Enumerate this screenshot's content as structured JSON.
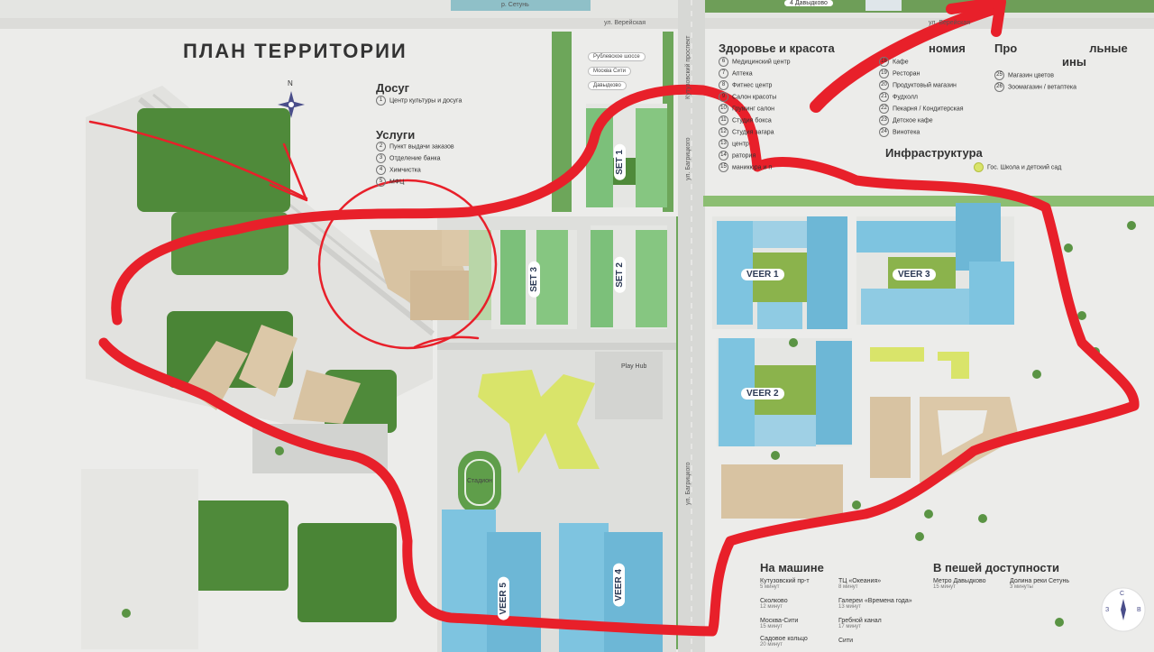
{
  "map": {
    "title": "ПЛАН ТЕРРИТОРИИ",
    "north_label": "N",
    "compass_labels": [
      "С",
      "З",
      "В"
    ],
    "roads": {
      "river": "р. Сетунь",
      "vereyskaya": "ул. Верейская",
      "kutuzovsky": "Кутузовский проспект",
      "bagritskogo": "ул. Багрицкого"
    },
    "top_badge": "4 Давыдково",
    "route_chips": [
      "Рублевское шоссе",
      "Москва Сити",
      "Давыдково"
    ],
    "buildings": {
      "set1": "SET 1",
      "set2": "SET 2",
      "set3": "SET 3",
      "veer1": "VEER 1",
      "veer2": "VEER 2",
      "veer3": "VEER 3",
      "veer4": "VEER 4",
      "veer5": "VEER 5"
    },
    "place_labels": {
      "stadium": "Стадион",
      "play_hub": "Play Hub"
    }
  },
  "legend": {
    "leisure": {
      "heading": "Досуг",
      "items": [
        {
          "n": "1",
          "label": "Центр культуры и досуга"
        }
      ]
    },
    "services": {
      "heading": "Услуги",
      "items": [
        {
          "n": "2",
          "label": "Пункт выдачи заказов"
        },
        {
          "n": "3",
          "label": "Отделение банка"
        },
        {
          "n": "4",
          "label": "Химчистка"
        },
        {
          "n": "5",
          "label": "МФЦ"
        }
      ]
    },
    "health": {
      "heading": "Здоровье и красота",
      "items": [
        {
          "n": "6",
          "label": "Медицинский центр"
        },
        {
          "n": "7",
          "label": "Аптека"
        },
        {
          "n": "8",
          "label": "Фитнес центр"
        },
        {
          "n": "9",
          "label": "Салон красоты"
        },
        {
          "n": "10",
          "label": "Груминг салон"
        },
        {
          "n": "11",
          "label": "Студия бокса"
        },
        {
          "n": "12",
          "label": "Студия загара"
        },
        {
          "n": "13",
          "label": "центр"
        },
        {
          "n": "14",
          "label": "ратория"
        },
        {
          "n": "15",
          "label": "маникюра и п"
        }
      ]
    },
    "gastro": {
      "heading": "номия",
      "items": [
        {
          "n": "18",
          "label": "Кафе"
        },
        {
          "n": "19",
          "label": "Ресторан"
        },
        {
          "n": "20",
          "label": "Продуктовый магазин"
        },
        {
          "n": "21",
          "label": "Фудхолл"
        },
        {
          "n": "22",
          "label": "Пекарня / Кондитерская"
        },
        {
          "n": "23",
          "label": "Детское кафе"
        },
        {
          "n": "24",
          "label": "Винотека"
        }
      ]
    },
    "shops": {
      "heading_l1": "Про",
      "heading_l1b": "льные",
      "heading_l2": "ины",
      "items": [
        {
          "n": "25",
          "label": "Магазин цветов"
        },
        {
          "n": "26",
          "label": "Зоомагазин / ветаптека"
        }
      ]
    },
    "infra": {
      "heading": "Инфраструктура",
      "items": [
        {
          "label": "Гос. Школа и детский сад"
        }
      ]
    }
  },
  "transport": {
    "car": {
      "heading": "На машине",
      "items": [
        {
          "label": "Кутузовский пр-т",
          "time": "5 минут"
        },
        {
          "label": "ТЦ «Океания»",
          "time": "8 минут"
        },
        {
          "label": "Сколково",
          "time": "12 минут"
        },
        {
          "label": "Галереи «Времена года»",
          "time": "13 минут"
        },
        {
          "label": "Москва-Сити",
          "time": "15 минут"
        },
        {
          "label": "Гребной канал",
          "time": "17 минут"
        },
        {
          "label": "Садовое кольцо",
          "time": "20 минут"
        },
        {
          "label": "Сити",
          "time": ""
        }
      ]
    },
    "walk": {
      "heading": "В пешей доступности",
      "items": [
        {
          "label": "Метро Давыдково",
          "time": "15 минут"
        },
        {
          "label": "Долина реки Сетунь",
          "time": "3 минуты"
        }
      ]
    }
  },
  "colors": {
    "background": "#ececea",
    "road": "#d9dad7",
    "tree": "#4f8a3a",
    "set_green": "#7cc07a",
    "veer_blue": "#7ec4e0",
    "beige": "#d8c3a2",
    "school_yellow": "#d9e46a",
    "annotation_red": "#e8202a",
    "heading_dark": "#333333"
  }
}
